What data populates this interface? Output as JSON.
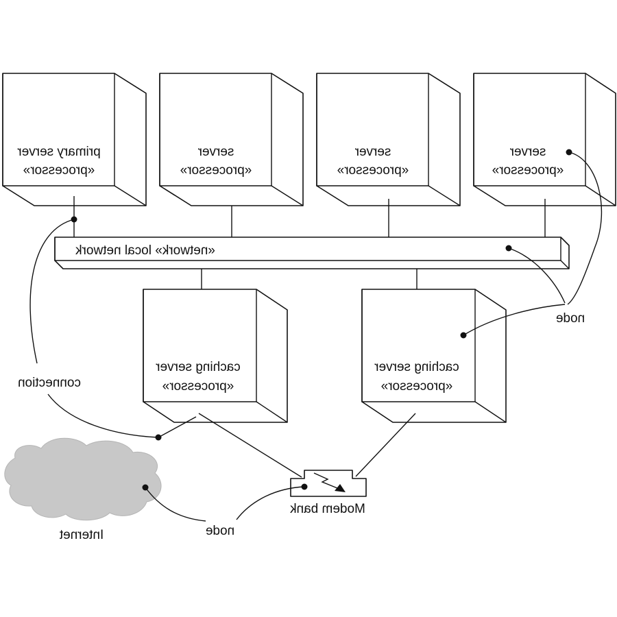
{
  "title": "",
  "servers": [
    {
      "name": "primary server",
      "stereotype": "«processor»"
    },
    {
      "name": "server",
      "stereotype": "«processor»"
    },
    {
      "name": "server",
      "stereotype": "«processor»"
    },
    {
      "name": "server",
      "stereotype": "«processor»"
    }
  ],
  "network": {
    "label": "«network» local network"
  },
  "caching_servers": [
    {
      "name": "caching server",
      "stereotype": "«processor»"
    },
    {
      "name": "caching server",
      "stereotype": "«processor»"
    }
  ],
  "annotations": {
    "node_top": "node",
    "connection": "connection",
    "node_bottom": "node",
    "modem_bank": "Modem bank",
    "internet": "Internet"
  },
  "image_mirrored": true,
  "colors": {
    "ink": "#111111",
    "cloud": "#c8c8c8",
    "background": "#ffffff"
  }
}
